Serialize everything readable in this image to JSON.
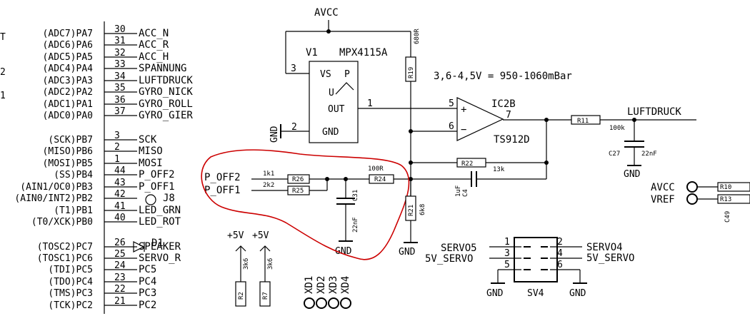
{
  "mcu": {
    "t_label": "T",
    "left_marks": [
      "2",
      "1"
    ],
    "pins": [
      {
        "func": "(ADC7)PA7",
        "num": "30",
        "net": "ACC_N"
      },
      {
        "func": "(ADC6)PA6",
        "num": "31",
        "net": "ACC_R"
      },
      {
        "func": "(ADC5)PA5",
        "num": "32",
        "net": "ACC_H"
      },
      {
        "func": "(ADC4)PA4",
        "num": "33",
        "net": "SPANNUNG"
      },
      {
        "func": "(ADC3)PA3",
        "num": "34",
        "net": "LUFTDRUCK"
      },
      {
        "func": "(ADC2)PA2",
        "num": "35",
        "net": "GYRO_NICK"
      },
      {
        "func": "(ADC1)PA1",
        "num": "36",
        "net": "GYRO_ROLL"
      },
      {
        "func": "(ADC0)PA0",
        "num": "37",
        "net": "GYRO_GIER"
      },
      {
        "func": "(SCK)PB7",
        "num": "3",
        "net": "SCK"
      },
      {
        "func": "(MISO)PB6",
        "num": "2",
        "net": "MISO"
      },
      {
        "func": "(MOSI)PB5",
        "num": "1",
        "net": "MOSI"
      },
      {
        "func": "(SS)PB4",
        "num": "44",
        "net": "P_OFF2"
      },
      {
        "func": "(AIN1/OC0)PB3",
        "num": "43",
        "net": "P_OFF1"
      },
      {
        "func": "(AIN0/INT2)PB2",
        "num": "42",
        "net": "J8"
      },
      {
        "func": "(T1)PB1",
        "num": "41",
        "net": "LED_GRN"
      },
      {
        "func": "(T0/XCK)PB0",
        "num": "40",
        "net": "LED_ROT"
      },
      {
        "func": "(TOSC2)PC7",
        "num": "26",
        "net": "SPEAKER"
      },
      {
        "func": "(TOSC1)PC6",
        "num": "25",
        "net": "SERVO_R"
      },
      {
        "func": "(TDI)PC5",
        "num": "24",
        "net": "PC5"
      },
      {
        "func": "(TDO)PC4",
        "num": "23",
        "net": "PC4"
      },
      {
        "func": "(TMS)PC3",
        "num": "22",
        "net": "PC3"
      },
      {
        "func": "(TCK)PC2",
        "num": "21",
        "net": "PC2"
      }
    ],
    "d1_label": "D1"
  },
  "sensor": {
    "avcc": "AVCC",
    "name": "V1",
    "part": "MPX4115A",
    "vs": "VS",
    "p": "P",
    "u": "U",
    "out": "OUT",
    "gnd": "GND",
    "pin_vs": "3",
    "pin_gnd": "2",
    "pin_out": "1",
    "gnd_label": "GND"
  },
  "opamp": {
    "name": "IC2B",
    "part": "TS912D",
    "pin_plus": "5",
    "pin_minus": "6",
    "pin_out": "7",
    "plus": "+",
    "minus": "−"
  },
  "annotation": "3,6-4,5V = 950-1060mBar",
  "resistors": {
    "r19": {
      "name": "R19",
      "value": "680R"
    },
    "r11": {
      "name": "R11",
      "value": "100k"
    },
    "r22": {
      "name": "R22",
      "value": "13k"
    },
    "r26": {
      "name": "R26",
      "value": "1k1"
    },
    "r25": {
      "name": "R25",
      "value": "2k2"
    },
    "r24": {
      "name": "R24",
      "value": "100R"
    },
    "r21": {
      "name": "R21",
      "value": "6k8"
    },
    "r2": {
      "name": "R2",
      "value": "3k6"
    },
    "r7": {
      "name": "R7",
      "value": "3k6"
    }
  },
  "capacitors": {
    "c27": {
      "name": "C27",
      "value": "22nF"
    },
    "c31": {
      "name": "C31",
      "value": "22nF"
    },
    "c4": {
      "name": "C4",
      "value": "1uF"
    }
  },
  "nets": {
    "luftdruck": "LUFTDRUCK",
    "p_off2": "P_OFF2",
    "p_off1": "P_OFF1",
    "gnd": "GND",
    "avcc": "AVCC",
    "vref": "VREF",
    "plus5v": "+5V",
    "c49": "C49",
    "r10": "R10",
    "r13": "R13"
  },
  "header": {
    "name": "SV4",
    "pins": [
      "1",
      "2",
      "3",
      "4",
      "5",
      "6"
    ],
    "left": [
      "SERVO5",
      "5V_SERVO"
    ],
    "right": [
      "SERVO4",
      "5V_SERVO"
    ],
    "gnd": "GND"
  },
  "leds": [
    "XD1",
    "XD2",
    "XD3",
    "XD4"
  ],
  "colors": {
    "wire": "#000000",
    "highlight": "#cc0000"
  }
}
